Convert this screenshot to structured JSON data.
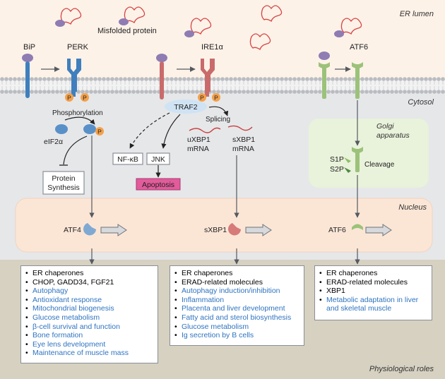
{
  "regions": {
    "er_lumen": "ER lumen",
    "cytosol": "Cytosol",
    "golgi": [
      "Golgi",
      "apparatus"
    ],
    "nucleus": "Nucleus",
    "physiological_roles": "Physiological roles"
  },
  "labels": {
    "misfolded_protein": "Misfolded protein",
    "bip": "BiP",
    "perk": "PERK",
    "ire1a": "IRE1α",
    "atf6": "ATF6",
    "phospho": "P",
    "phosphorylation": "Phosphorylation",
    "eif2a": "eIF2α",
    "protein_synthesis": [
      "Protein",
      "Synthesis"
    ],
    "traf2": "TRAF2",
    "splicing": "Splicing",
    "uxbp1": [
      "uXBP1",
      "mRNA"
    ],
    "sxbp1_mrna": [
      "sXBP1",
      "mRNA"
    ],
    "nfkb": "NF-κB",
    "jnk": "JNK",
    "apoptosis": "Apoptosis",
    "s1p": "S1P",
    "s2p": "S2P",
    "cleavage": "Cleavage",
    "atf4_nuc": "ATF4",
    "sxbp1_nuc": "sXBP1",
    "atf6_nuc": "ATF6"
  },
  "roles": {
    "perk": [
      {
        "text": "ER chaperones",
        "color": "black"
      },
      {
        "text": "CHOP, GADD34, FGF21",
        "color": "black"
      },
      {
        "text": "Autophagy",
        "color": "blue"
      },
      {
        "text": "Antioxidant response",
        "color": "blue"
      },
      {
        "text": "Mitochondrial biogenesis",
        "color": "blue"
      },
      {
        "text": "Glucose metabolism",
        "color": "blue"
      },
      {
        "text": "β-cell survival and function",
        "color": "blue"
      },
      {
        "text": "Bone formation",
        "color": "blue"
      },
      {
        "text": "Eye lens development",
        "color": "blue"
      },
      {
        "text": "Maintenance of muscle mass",
        "color": "blue"
      }
    ],
    "ire1": [
      {
        "text": "ER chaperones",
        "color": "black"
      },
      {
        "text": "ERAD-related molecules",
        "color": "black"
      },
      {
        "text": "Autophagy induction/inhibition",
        "color": "blue"
      },
      {
        "text": "Inflammation",
        "color": "blue"
      },
      {
        "text": "Placenta and liver development",
        "color": "blue"
      },
      {
        "text": "Fatty acid and sterol biosynthesis",
        "color": "blue"
      },
      {
        "text": "Glucose metabolism",
        "color": "blue"
      },
      {
        "text": "Ig secretion by B cells",
        "color": "blue"
      }
    ],
    "atf6": [
      {
        "text": "ER chaperones",
        "color": "black"
      },
      {
        "text": "ERAD-related molecules",
        "color": "black"
      },
      {
        "text": "XBP1",
        "color": "black"
      },
      {
        "text": "Metabolic adaptation in liver",
        "color": "blue"
      },
      {
        "text": "and skeletal muscle",
        "color": "blue",
        "continuation": true
      }
    ]
  },
  "colors": {
    "er_lumen": "#fdf2e8",
    "cytosol": "#e6e7e9",
    "nucleus": "#fbe6d6",
    "physiological": "#d6d1c1",
    "golgi": "#e9f2da",
    "perk": "#3f7fbe",
    "ire1": "#c96b6b",
    "atf6": "#9cc27a",
    "bip": "#3f7fbe",
    "bip_cap": "#8e7cb3",
    "phospho": "#f4a14b",
    "misfolded": "#d64545",
    "apoptosis": "#e25b9b",
    "traf2": "#cfe3f4",
    "text_blue": "#2e74c0"
  }
}
